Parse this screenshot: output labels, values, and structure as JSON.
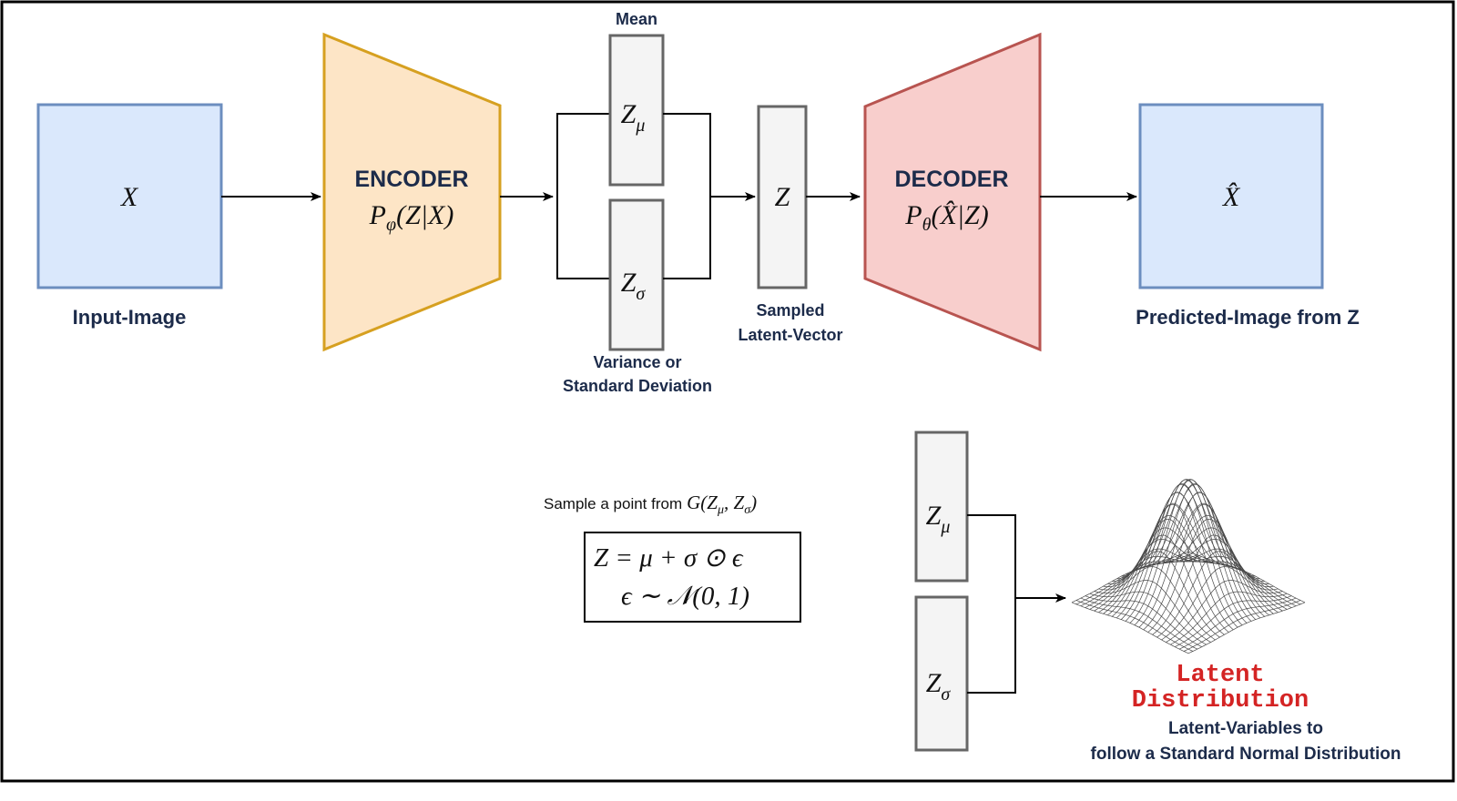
{
  "colors": {
    "input_fill": "#dae8fc",
    "input_stroke": "#6c8ebf",
    "encoder_fill": "#fde5c6",
    "encoder_stroke": "#d6a020",
    "decoder_fill": "#f8cecc",
    "decoder_stroke": "#b85450",
    "label_text": "#1c2b4a",
    "latent_distribution_text": "#d42424"
  },
  "input": {
    "symbol": "X",
    "label": "Input-Image"
  },
  "encoder": {
    "title": "ENCODER",
    "formula": {
      "main": "P",
      "sub": "φ",
      "rest": "(Z|X)"
    }
  },
  "mean_vector": {
    "symbol": "Z",
    "sub": "μ",
    "label": "Mean"
  },
  "std_vector": {
    "symbol": "Z",
    "sub": "σ",
    "label_lines": [
      "Variance or",
      "Standard Deviation"
    ]
  },
  "sampled": {
    "symbol": "Z",
    "label_lines": [
      "Sampled",
      "Latent-Vector"
    ]
  },
  "decoder": {
    "title": "DECODER",
    "formula": {
      "main": "P",
      "sub": "θ",
      "rest": "(X̂|Z)"
    }
  },
  "output": {
    "symbol": "X̂",
    "label": "Predicted-Image from Z"
  },
  "sampling": {
    "caption": "Sample a point from",
    "caption_math": {
      "a": "G(Z",
      "s1": "μ",
      "b": ", Z",
      "s2": "σ",
      "c": ")"
    },
    "equation_1": "Z = μ + σ ⊙ ϵ",
    "equation_2": "ϵ ∼ 𝒩(0, 1)"
  },
  "latent_vectors": {
    "mean": {
      "symbol": "Z",
      "sub": "μ"
    },
    "std": {
      "symbol": "Z",
      "sub": "σ"
    }
  },
  "latent_distribution": {
    "title_lines": [
      "Latent",
      "Distribution"
    ],
    "caption_lines": [
      "Latent-Variables to",
      "follow a Standard Normal Distribution"
    ]
  }
}
